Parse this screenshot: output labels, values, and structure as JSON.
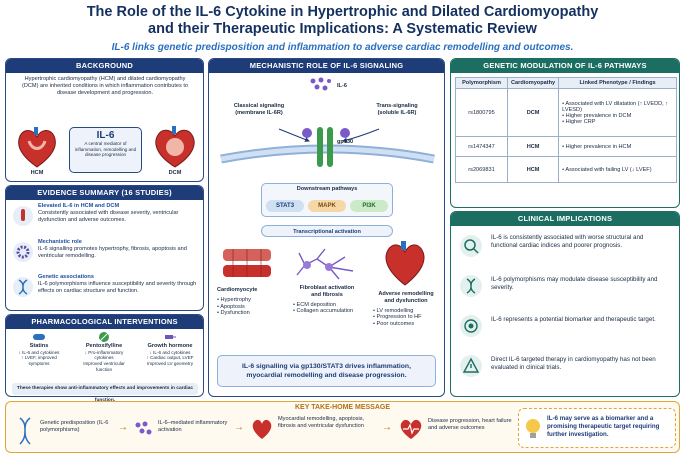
{
  "header": {
    "title_line1": "The Role of the IL-6 Cytokine in Hypertrophic and Dilated Cardiomyopathy",
    "title_line2": "and their Therapeutic Implications: A Systematic Review",
    "subtitle": "IL-6 links genetic predisposition and inflammation to adverse cardiac remodelling and outcomes."
  },
  "background": {
    "heading": "BACKGROUND",
    "text": "Hypertrophic cardiomyopathy (HCM) and dilated cardiomyopathy (DCM) are inherited conditions in which inflammation contributes to disease development and progression.",
    "center_title": "IL-6",
    "center_text": "A central mediator of inflammation, remodelling and disease progression",
    "left_label": "HCM",
    "right_label": "DCM"
  },
  "evidence": {
    "heading": "EVIDENCE SUMMARY (16 STUDIES)",
    "items": [
      {
        "title": "Elevated IL-6 in HCM and DCM",
        "text": "Consistently associated with disease severity, ventricular dysfunction and adverse outcomes."
      },
      {
        "title": "Mechanistic role",
        "text": "IL-6 signalling promotes hypertrophy, fibrosis, apoptosis and ventricular remodelling."
      },
      {
        "title": "Genetic associations",
        "text": "IL-6 polymorphisms influence susceptibility and severity through effects on cardiac structure and function."
      }
    ]
  },
  "pharma": {
    "heading": "PHARMACOLOGICAL INTERVENTIONS",
    "drugs": [
      {
        "name": "Statins",
        "lines": [
          "↓ IL-6 and cytokines",
          "↑ LVEF, improved",
          "symptoms"
        ]
      },
      {
        "name": "Pentoxifylline",
        "lines": [
          "↓ Pro-inflammatory",
          "cytokines",
          "Improved ventricular",
          "function"
        ]
      },
      {
        "name": "Growth hormone",
        "lines": [
          "↓ IL-6 and cytokines",
          "↑ Cardiac output, LVEF",
          "Improved LV geometry"
        ]
      }
    ],
    "footer": "These therapies show anti-inflammatory effects and improvements in cardiac function."
  },
  "mechanism": {
    "heading": "MECHANISTIC ROLE OF IL-6 SIGNALING",
    "ligand": "IL-6",
    "classical": [
      "Classical signaling",
      "(membrane IL-6R)"
    ],
    "trans": [
      "Trans-signaling",
      "(soluble IL-6R)"
    ],
    "receptor": "gp130",
    "downstream_title": "Downstream pathways",
    "pathways": [
      "STAT3",
      "MAPK",
      "PI3K"
    ],
    "transcription": "Transcriptional activation",
    "cardiomyocyte": {
      "title": "Cardiomyocyte",
      "items": [
        "Hypertrophy",
        "Apoptosis",
        "Dysfunction"
      ]
    },
    "fibroblast": {
      "title_l1": "Fibroblast activation",
      "title_l2": "and fibrosis",
      "items": [
        "ECM deposition",
        "Collagen accumulation"
      ]
    },
    "adverse": {
      "title_l1": "Adverse remodelling",
      "title_l2": "and dysfunction",
      "items": [
        "LV remodelling",
        "Progression to HF",
        "Poor outcomes"
      ]
    },
    "summary": "IL-6 signalling via gp130/STAT3 drives inflammation, myocardial remodelling and disease progression."
  },
  "genetic": {
    "heading": "GENETIC MODULATION OF IL-6 PATHWAYS",
    "columns": [
      "Polymorphism",
      "Cardiomyopathy",
      "Linked Phenotype / Findings"
    ],
    "rows": [
      {
        "snp": "rs1800795",
        "cm": "DCM",
        "findings": [
          "Associated with LV dilatation (↑ LVEDD, ↑ LVESD)",
          "Higher prevalence in DCM",
          "Higher CRP"
        ]
      },
      {
        "snp": "rs1474347",
        "cm": "HCM",
        "findings": [
          "Higher prevalence in HCM"
        ]
      },
      {
        "snp": "rs2069831",
        "cm": "HCM",
        "findings": [
          "Associated with failing LV (↓ LVEF)"
        ]
      }
    ]
  },
  "clinical": {
    "heading": "CLINICAL IMPLICATIONS",
    "items": [
      "IL-6 is consistently associated with worse structural and functional cardiac indices and poorer prognosis.",
      "IL-6 polymorphisms may modulate disease susceptibility and severity.",
      "IL-6 represents a potential biomarker and therapeutic target.",
      "Direct IL-6 targeted therapy in cardiomyopathy has not been evaluated in clinical trials."
    ]
  },
  "takehome": {
    "heading": "KEY TAKE-HOME MESSAGE",
    "steps": [
      "Genetic predisposition (IL-6 polymorphisms)",
      "IL-6–mediated inflammatory activation",
      "Myocardial remodelling, apoptosis, fibrosis and ventricular dysfunction",
      "Disease progression, heart failure and adverse outcomes"
    ],
    "conclusion": "IL-6 may serve as a biomarker and a promising therapeutic target requiring further investigation."
  },
  "colors": {
    "navy": "#1e3c78",
    "teal": "#1c6e62",
    "red": "#c8302c",
    "blue": "#2a6fc0",
    "gold": "#e0a63a"
  }
}
